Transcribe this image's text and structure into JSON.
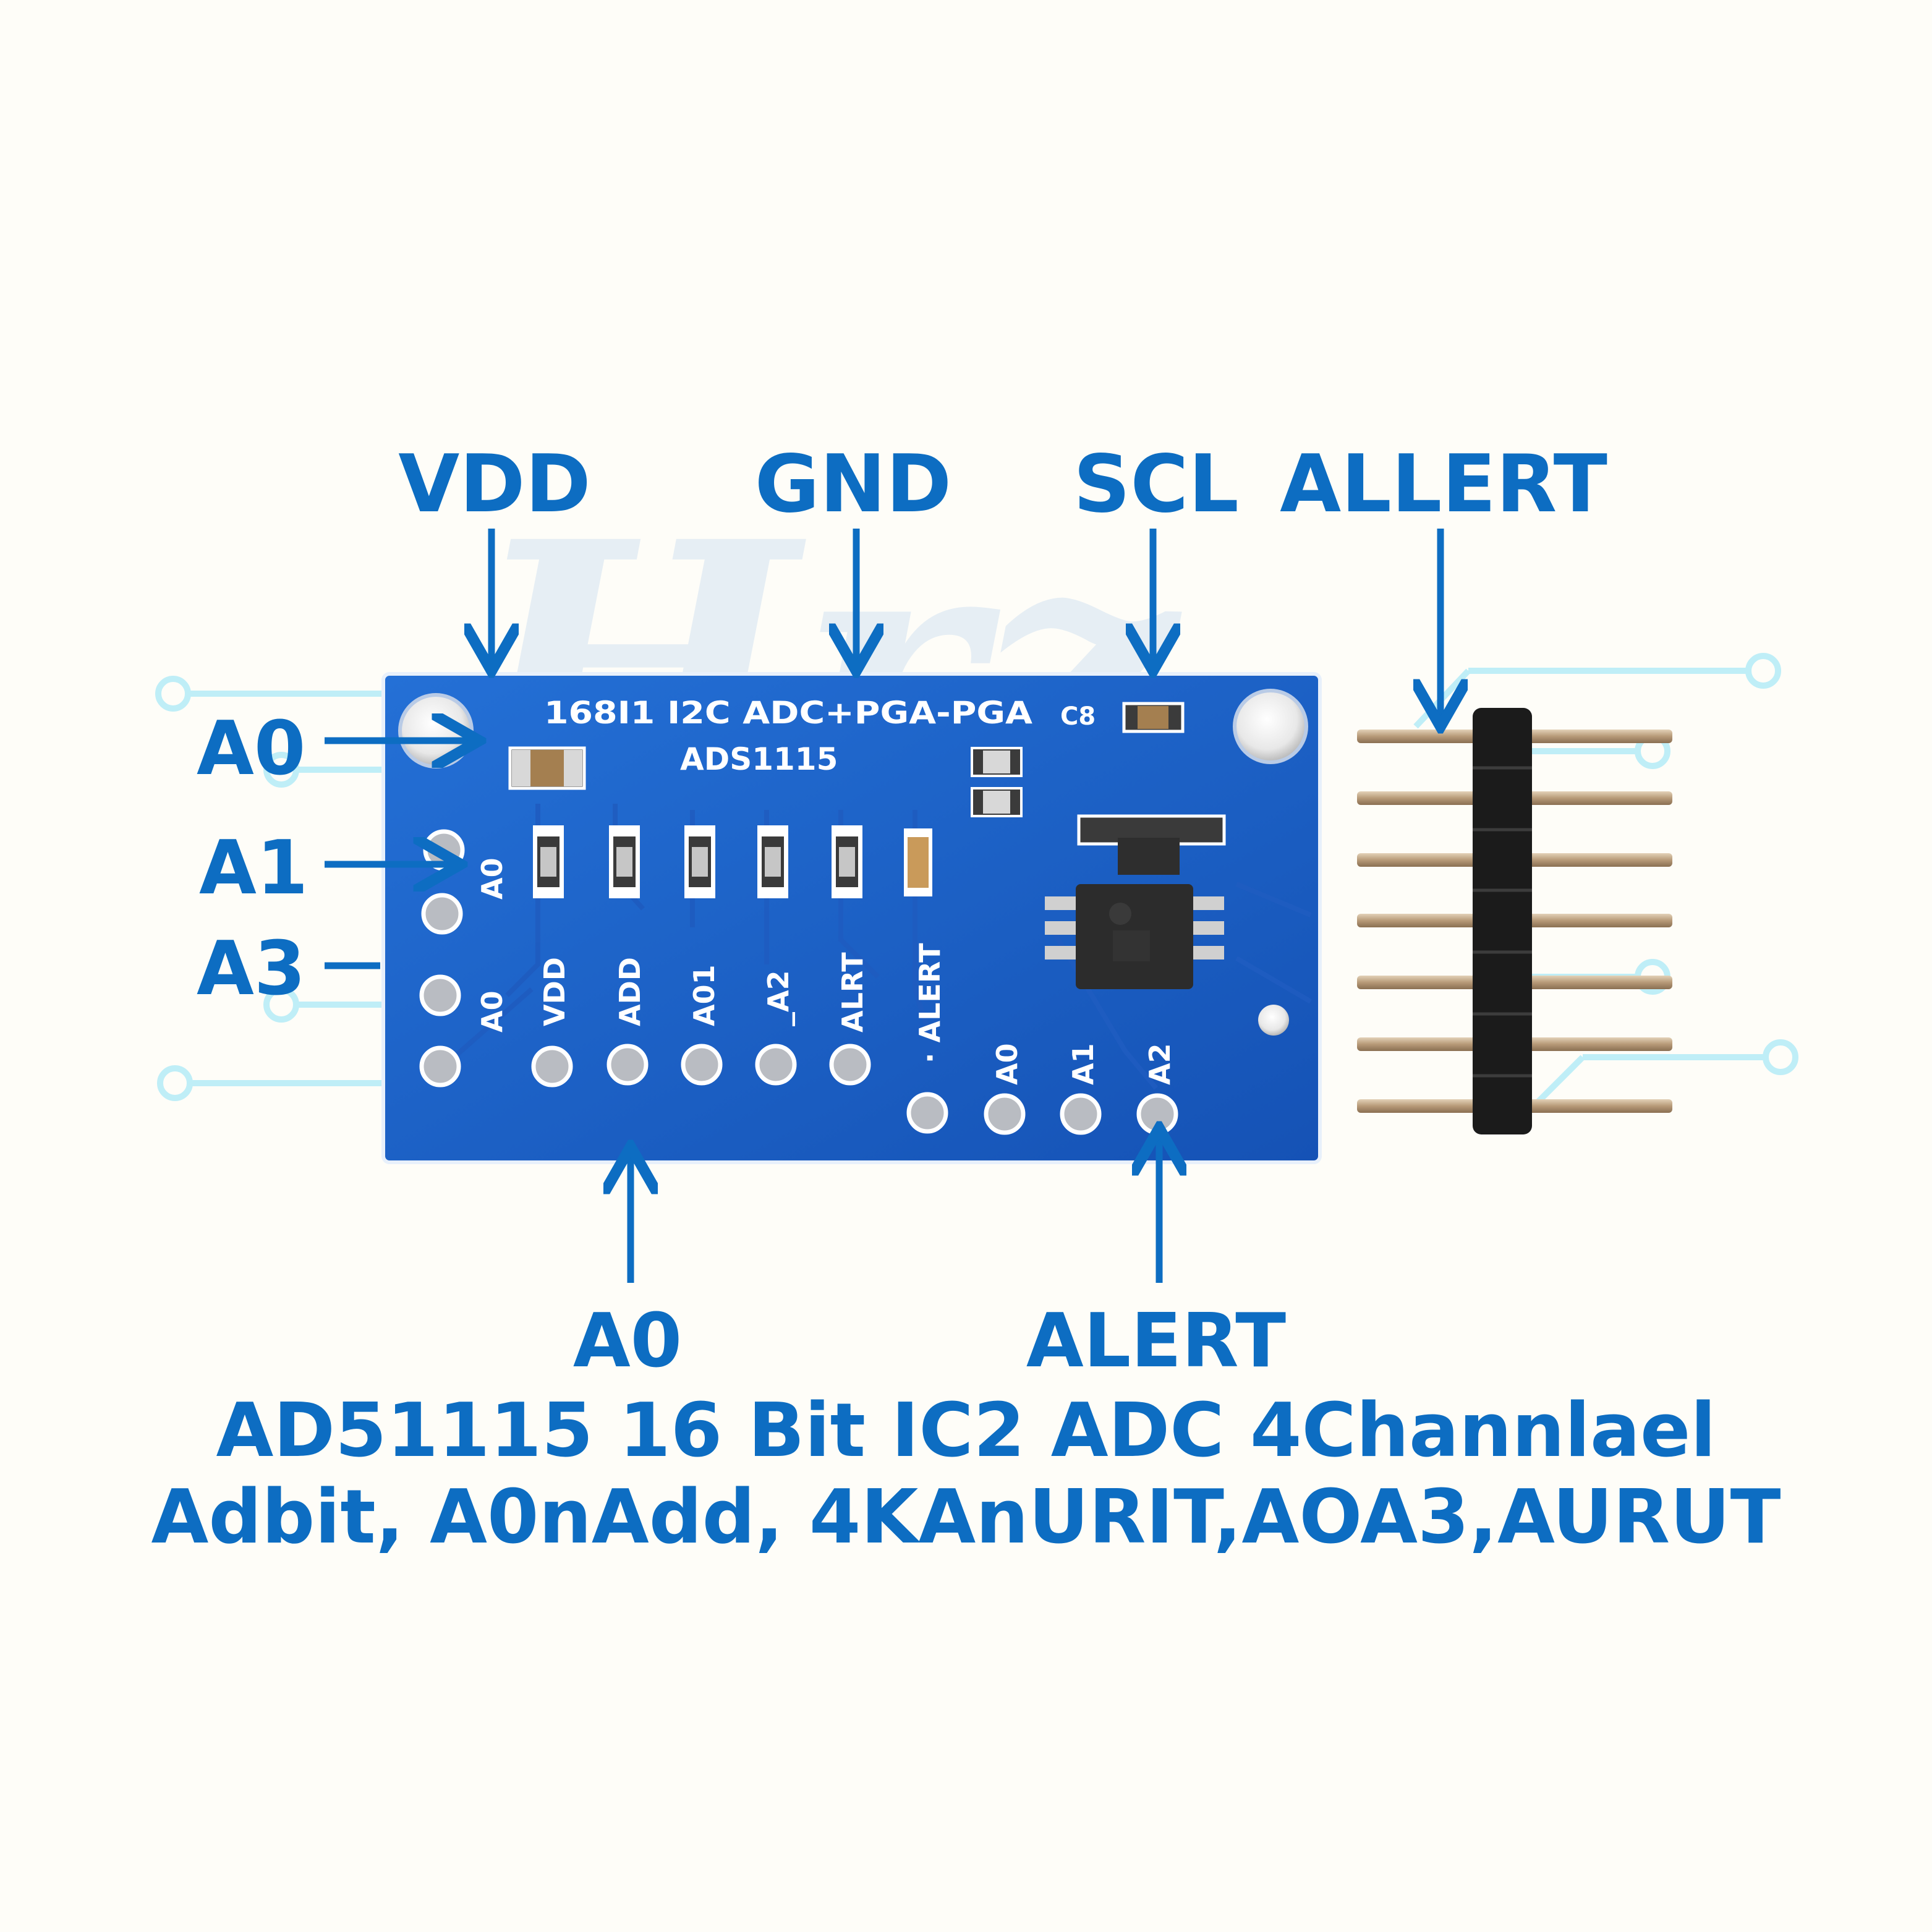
{
  "callouts": {
    "top": [
      "VDD",
      "GND",
      "SCL",
      "ALLERT"
    ],
    "left": [
      "A0",
      "A1",
      "A3"
    ],
    "bottom": [
      "A0",
      "ALERT"
    ]
  },
  "board": {
    "title_line1": "168I1 I2C ADC+PGA-PGA",
    "title_line2": "ADS1115",
    "c8_label": "C8",
    "pin_labels_left": [
      "A0",
      "A0"
    ],
    "pin_labels_row": [
      "VDD",
      "ADD",
      "A01",
      "_A2",
      "ALRT"
    ],
    "pin_labels_right": [
      "· ALERT",
      "A0",
      "A1",
      "A2"
    ]
  },
  "caption": {
    "line1": "AD51115 16 Bit IC2 ADC 4Channlael",
    "line2": "Adbit, A0nAdd, 4KAnURIT,AOA3,AURUT"
  },
  "colors": {
    "label_blue": "#0d6dc2",
    "board_blue": "#1a5fc8",
    "background": "#fefdf8",
    "trace_cyan": "#bfeef7"
  }
}
